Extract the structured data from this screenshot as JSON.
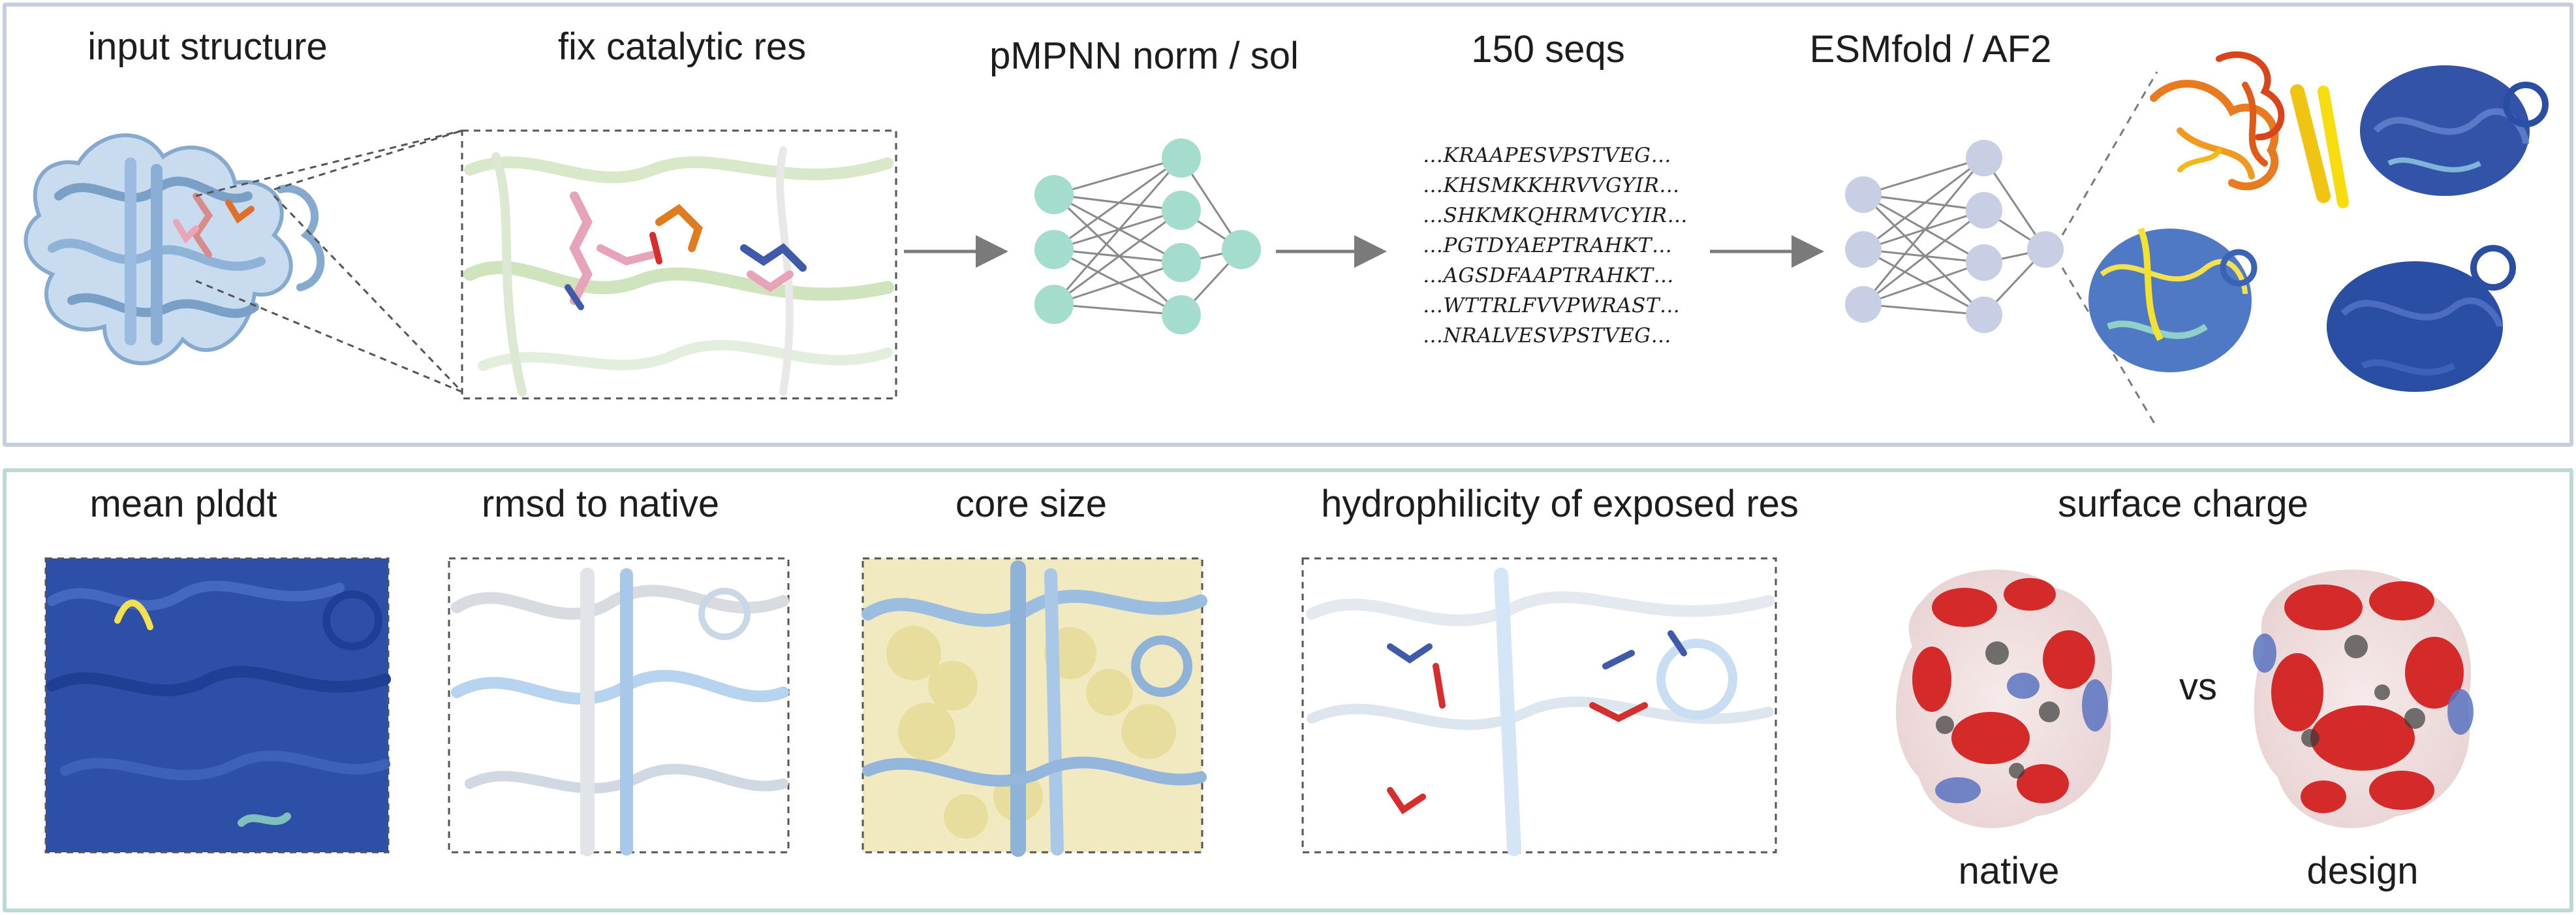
{
  "top": {
    "steps": [
      {
        "label": "input structure"
      },
      {
        "label": "fix catalytic res"
      },
      {
        "label": "pMPNN norm / sol"
      },
      {
        "label": "150 seqs"
      },
      {
        "label": "ESMfold / AF2"
      }
    ],
    "sequences": [
      "…KRAAPESVPSTVEG…",
      "…KHSMKKHRVVGYIR…",
      "…SHKMKQHRMVCYIR…",
      "…PGTDYAEPTRAHKT…",
      "…AGSDFAAPTRAHKT…",
      "…WTTRLFVVPWRAST…",
      "…NRALVESVPSTVEG…"
    ]
  },
  "bottom": {
    "metrics": [
      {
        "label": "mean plddt"
      },
      {
        "label": "rmsd to native"
      },
      {
        "label": "core size"
      },
      {
        "label": "hydrophilicity of exposed res"
      },
      {
        "label": "surface charge"
      }
    ],
    "compare_label": "vs",
    "native_label": "native",
    "design_label": "design"
  },
  "colors": {
    "top_border": "#c4cedf",
    "bottom_border": "#bcd9d6",
    "mpnn_node": "#a4dccd",
    "fold_node": "#c8cfe4",
    "protein_light_blue": "#a9c7e6",
    "protein_dark_blue": "#2a4ea3",
    "core_yellow": "#ede5b0",
    "negative_charge": "#d42a2a",
    "positive_charge": "#5a73c0"
  }
}
